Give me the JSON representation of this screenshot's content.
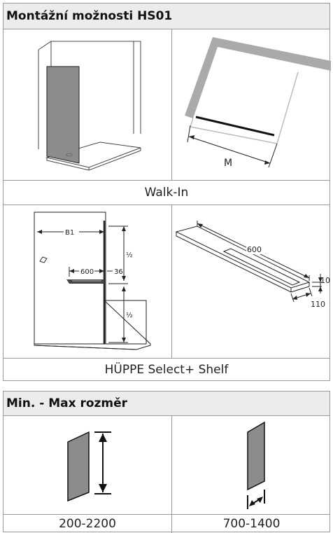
{
  "section1": {
    "title": "Montážní možnosti HS01",
    "row1_caption": "Walk-In",
    "row2_caption": "HÜPPE Select+ Shelf",
    "dims": {
      "m": "M",
      "b1": "B1",
      "half": "½",
      "shelf_600": "600",
      "shelf_36": "36",
      "shelf_len": "600",
      "shelf_h": "10",
      "shelf_d": "110"
    }
  },
  "section2": {
    "title": "Min. - Max rozměr",
    "height_range": "200-2200",
    "width_range": "700-1400"
  },
  "colors": {
    "glass": "#8c8c8c",
    "wall": "#aaaaaa",
    "border": "#9a9a9a",
    "header_bg": "#ececec"
  }
}
